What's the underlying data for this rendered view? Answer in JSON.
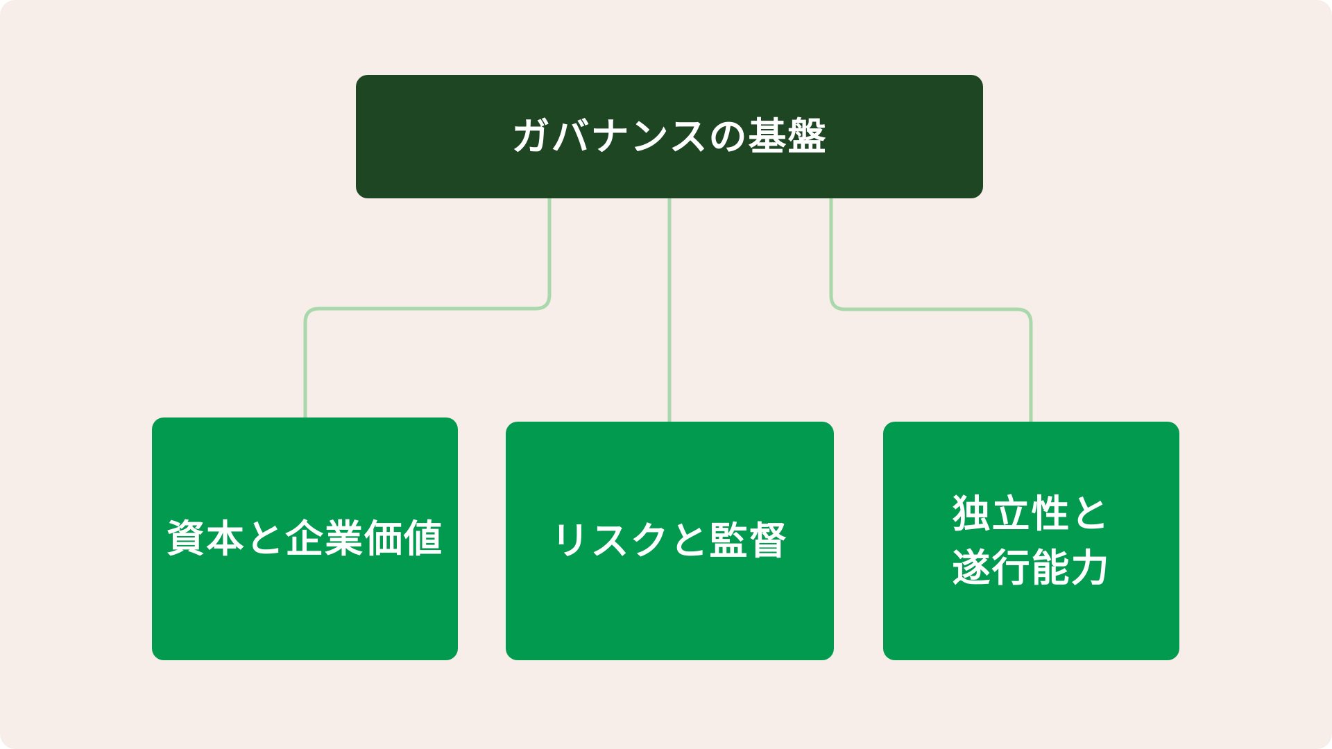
{
  "diagram": {
    "title": "governance-foundation-tree",
    "root": {
      "label": "ガバナンスの基盤"
    },
    "children": [
      {
        "label": "資本と企業価値"
      },
      {
        "label": "リスクと監督"
      },
      {
        "label": "独立性と\n遂行能力"
      }
    ]
  },
  "colors": {
    "page": "#ffffff",
    "background": "#f7eee9",
    "root_fill": "#1e4623",
    "child_fill": "#029a4e",
    "connector": "#a9d8ac",
    "text": "#ffffff"
  }
}
